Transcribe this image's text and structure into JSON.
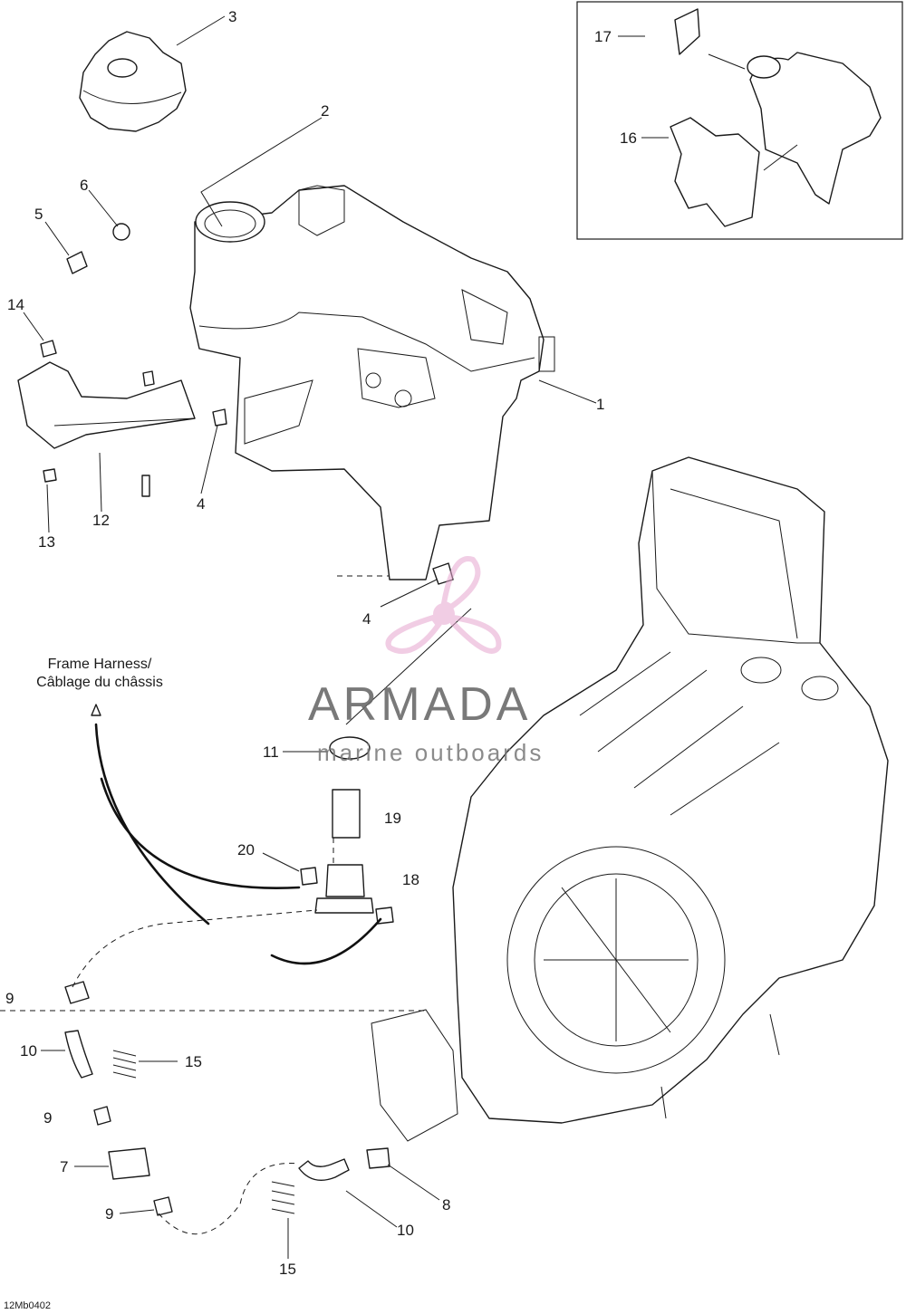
{
  "callouts": [
    {
      "id": "c1",
      "text": "1"
    },
    {
      "id": "c2",
      "text": "2"
    },
    {
      "id": "c3",
      "text": "3"
    },
    {
      "id": "c4a",
      "text": "4"
    },
    {
      "id": "c4b",
      "text": "4"
    },
    {
      "id": "c5",
      "text": "5"
    },
    {
      "id": "c6",
      "text": "6"
    },
    {
      "id": "c7",
      "text": "7"
    },
    {
      "id": "c8",
      "text": "8"
    },
    {
      "id": "c9a",
      "text": "9"
    },
    {
      "id": "c9b",
      "text": "9"
    },
    {
      "id": "c9c",
      "text": "9"
    },
    {
      "id": "c10a",
      "text": "10"
    },
    {
      "id": "c10b",
      "text": "10"
    },
    {
      "id": "c11",
      "text": "11"
    },
    {
      "id": "c12",
      "text": "12"
    },
    {
      "id": "c13",
      "text": "13"
    },
    {
      "id": "c14",
      "text": "14"
    },
    {
      "id": "c15a",
      "text": "15"
    },
    {
      "id": "c15b",
      "text": "15"
    },
    {
      "id": "c16",
      "text": "16"
    },
    {
      "id": "c17",
      "text": "17"
    },
    {
      "id": "c18",
      "text": "18"
    },
    {
      "id": "c19",
      "text": "19"
    },
    {
      "id": "c20",
      "text": "20"
    }
  ],
  "harness_label": {
    "line1": "Frame Harness/",
    "line2": "Câblage du châssis"
  },
  "watermark": {
    "brand": "ARMADA",
    "tagline": "marine outboards"
  },
  "figure_ref": "12Mb0402",
  "colors": {
    "line": "#1a1a1a",
    "watermark_pink": "#e6a6cf",
    "watermark_gray": "#6b6b6b"
  }
}
